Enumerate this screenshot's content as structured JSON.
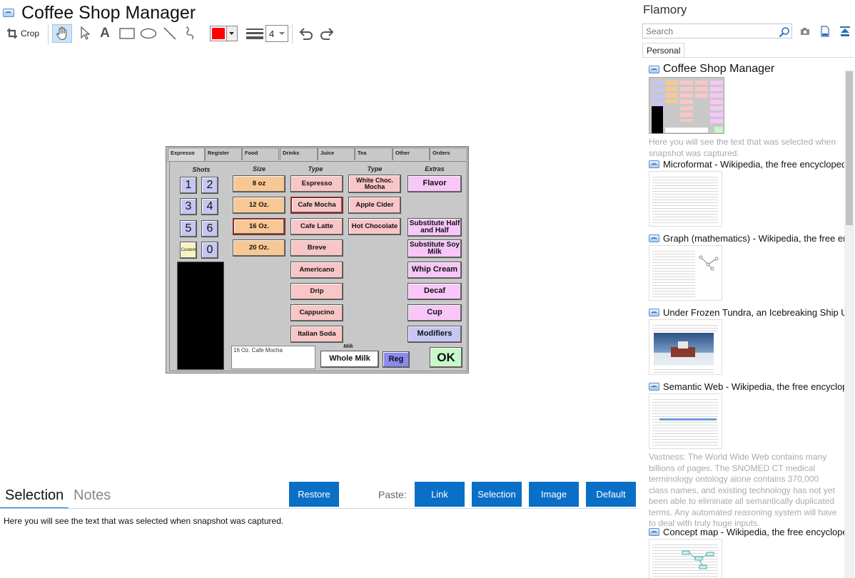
{
  "window": {
    "title": "Coffee Shop Manager"
  },
  "toolbar": {
    "crop_label": "Crop",
    "color": "#ff0000",
    "line_width": "4"
  },
  "snapshot": {
    "tabs": [
      "Expresso",
      "Register",
      "Food",
      "Drinks",
      "Juice",
      "Tea",
      "Other",
      "Orders"
    ],
    "headers": {
      "shots": "Shots",
      "size": "Size",
      "type1": "Type",
      "type2": "Type",
      "extras": "Extras",
      "milk": "Milk"
    },
    "shots": [
      "1",
      "2",
      "3",
      "4",
      "5",
      "6",
      "Custom",
      "0"
    ],
    "sizes": [
      "8 oz",
      "12 Oz.",
      "16 Oz.",
      "20 Oz."
    ],
    "types_coffee": [
      "Espresso",
      "Cafe Mocha",
      "Cafe Latte",
      "Breve",
      "Americano",
      "Drip",
      "Cappucino",
      "Italian Soda"
    ],
    "types_other": [
      "White Choc. Mocha",
      "Apple Cider",
      "Hot Chocolate"
    ],
    "extras": [
      "Flavor",
      "Substitute Half and Half",
      "Substitute Soy Milk",
      "Whip Cream",
      "Decaf",
      "Cup",
      "Modifiers"
    ],
    "order_text": "16 Oz. Cafe Mocha",
    "whole_milk": "Whole Milk",
    "reg": "Reg",
    "ok": "OK"
  },
  "bottom": {
    "tabs": {
      "selection": "Selection",
      "notes": "Notes"
    },
    "restore": "Restore",
    "paste_label": "Paste:",
    "paste_buttons": {
      "link": "Link",
      "selection": "Selection",
      "image": "Image",
      "default": "Default"
    },
    "selection_text": "Here you will see the text that was selected when snapshot was captured."
  },
  "flamory": {
    "title": "Flamory",
    "search_placeholder": "Search",
    "tab": "Personal",
    "items": [
      {
        "title": "Coffee Shop Manager",
        "desc": "Here you will see the text that was selected when snapshot was captured."
      },
      {
        "title": "Microformat - Wikipedia, the free encyclopedia"
      },
      {
        "title": "Graph (mathematics) - Wikipedia, the free encyclopedia"
      },
      {
        "title": "Under Frozen Tundra, an Icebreaking Ship Uncovers"
      },
      {
        "title": "Semantic Web - Wikipedia, the free encyclopedia",
        "desc": "Vastness: The World Wide Web contains many billions of pages. The SNOMED CT medical terminology ontology alone contains 370,000 class names, and existing technology has not yet been able to eliminate all semantically duplicated terms. Any automated reasoning system will have to deal with truly huge inputs."
      },
      {
        "title": "Concept map - Wikipedia, the free encyclopedia"
      }
    ]
  }
}
